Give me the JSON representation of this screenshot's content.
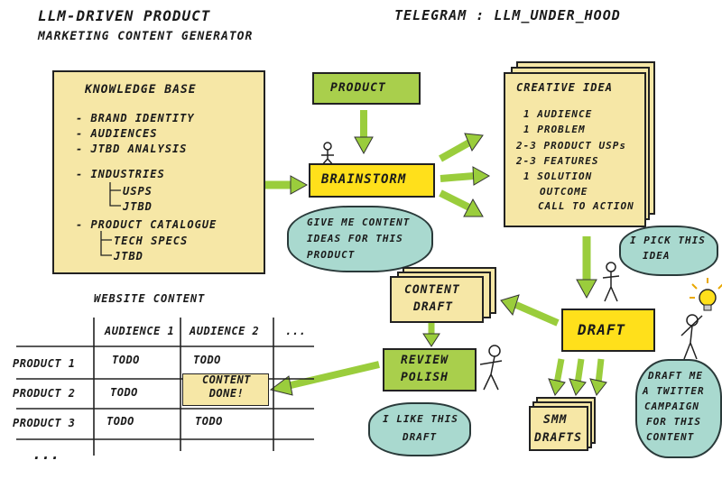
{
  "header": {
    "title_line1": "LLM-DRIVEN PRODUCT",
    "title_line2": "MARKETING CONTENT GENERATOR",
    "telegram": "TELEGRAM : LLM_UNDER_HOOD"
  },
  "knowledge_base": {
    "title": "KNOWLEDGE BASE",
    "lines": [
      "- BRAND IDENTITY",
      "- AUDIENCES",
      "- JTBD ANALYSIS",
      "- INDUSTRIES",
      "USPS",
      "JTBD",
      "- PRODUCT CATALOGUE",
      "TECH SPECS",
      "JTBD"
    ]
  },
  "product": {
    "label": "PRODUCT"
  },
  "brainstorm": {
    "label": "BRAINSTORM"
  },
  "cloud_brainstorm": {
    "lines": [
      "GIVE ME CONTENT",
      "IDEAS FOR THIS",
      "PRODUCT"
    ]
  },
  "creative_idea": {
    "title": "CREATIVE IDEA",
    "lines": [
      "1 AUDIENCE",
      "1 PROBLEM",
      "2-3 PRODUCT USPs",
      "2-3 FEATURES",
      "1 SOLUTION",
      "OUTCOME",
      "CALL TO ACTION"
    ]
  },
  "cloud_pick": {
    "lines": [
      "I PICK THIS",
      "IDEA"
    ]
  },
  "draft": {
    "label": "DRAFT"
  },
  "cloud_twitter": {
    "lines": [
      "DRAFT ME",
      "A TWITTER",
      "CAMPAIGN",
      "FOR THIS",
      "CONTENT"
    ]
  },
  "content_draft": {
    "lines": [
      "CONTENT",
      "DRAFT"
    ]
  },
  "review": {
    "lines": [
      "REVIEW",
      "POLISH"
    ]
  },
  "cloud_like": {
    "lines": [
      "I LIKE THIS",
      "DRAFT"
    ]
  },
  "smm": {
    "lines": [
      "SMM",
      "DRAFTS"
    ]
  },
  "website": {
    "title": "WEBSITE CONTENT",
    "headers": [
      "AUDIENCE 1",
      "AUDIENCE 2",
      "..."
    ],
    "rows": [
      {
        "label": "PRODUCT 1",
        "cells": [
          "TODO",
          "TODO",
          ""
        ]
      },
      {
        "label": "PRODUCT 2",
        "cells": [
          "TODO",
          "CONTENT DONE!",
          ""
        ]
      },
      {
        "label": "PRODUCT 3",
        "cells": [
          "TODO",
          "TODO",
          ""
        ]
      }
    ],
    "more": "..."
  },
  "colors": {
    "note": "#f6e7a6",
    "green": "#a9cf4c",
    "yellow": "#ffe01b",
    "cloud": "#a9d9cf",
    "arrow": "#9acd3c"
  }
}
